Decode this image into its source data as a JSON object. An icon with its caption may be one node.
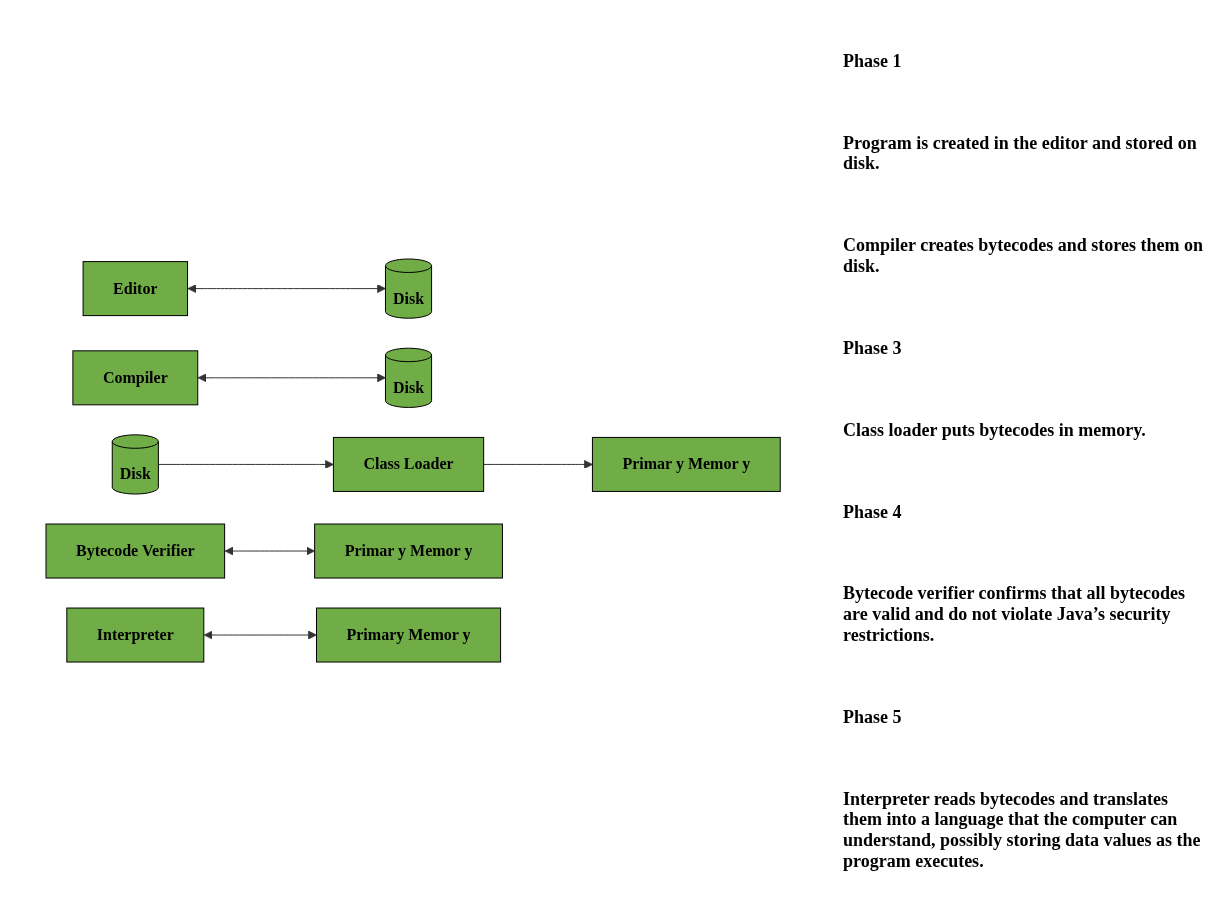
{
  "diagram": {
    "nodes": [
      {
        "text": [
          "Editor"
        ]
      },
      {
        "text": [
          "Disk"
        ]
      },
      {
        "text": [
          "Compiler"
        ]
      },
      {
        "text": [
          "Disk"
        ]
      },
      {
        "text": [
          "Class Loader"
        ]
      },
      {
        "text": [
          "Primar y Memor y"
        ]
      },
      {
        "text": [
          "Disk"
        ]
      },
      {
        "text": [
          "Bytecode Verifier"
        ]
      },
      {
        "text": [
          "Primar y Memor y"
        ]
      },
      {
        "text": [
          "Interpreter"
        ]
      },
      {
        "text": [
          "Primary Memor y"
        ]
      }
    ],
    "edges": [
      {
        "from": 0,
        "to": 1,
        "arrow": "both"
      },
      {
        "from": 2,
        "to": 3,
        "arrow": "both"
      },
      {
        "from": 4,
        "to": 5,
        "arrow": "to"
      },
      {
        "from": 6,
        "to": 4,
        "arrow": "to"
      },
      {
        "from": 7,
        "to": 8,
        "arrow": "both"
      },
      {
        "from": 9,
        "to": 10,
        "arrow": "both"
      }
    ],
    "labels": [
      "Phase 1",
      "Program is created in the editor and stored on disk.",
      "Compiler creates bytecodes and stores them on disk.",
      "Phase 3",
      "Class loader puts bytecodes in memory.",
      "Phase 4",
      "Bytecode verifier confirms that all bytecodes are valid and do not violate Java’s security restrictions.",
      "Phase 5",
      "Interpreter reads bytecodes and translates them into a language that the computer can understand, possibly storing data values as the program executes."
    ]
  }
}
